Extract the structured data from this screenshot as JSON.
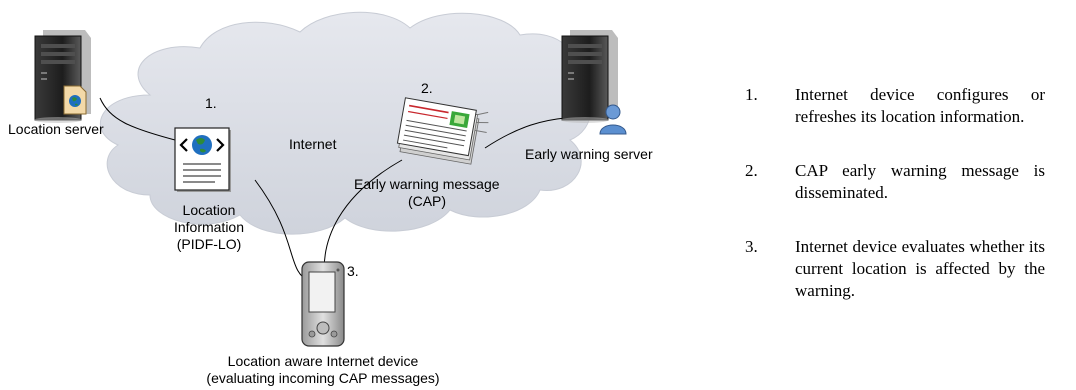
{
  "labels": {
    "location_server": "Location server",
    "internet": "Internet",
    "early_warning_server": "Early warning server",
    "early_warning_message": [
      "Early warning message",
      "(CAP)"
    ],
    "location_information": [
      "Location",
      "Information",
      "(PIDF-LO)"
    ],
    "device": [
      "Location aware Internet device",
      "(evaluating incoming CAP messages)"
    ]
  },
  "markers": {
    "one": "1.",
    "two": "2.",
    "three": "3."
  },
  "steps": [
    {
      "num": "1.",
      "text": "Internet device configures or refreshes its location information."
    },
    {
      "num": "2.",
      "text": "CAP early warning message is disseminated."
    },
    {
      "num": "3.",
      "text": "Internet device evaluates whether its current location is affected by the warning."
    }
  ],
  "colors": {
    "cloud": "#dcdfe6",
    "server_dark": "#2a2a2a",
    "globe": "#1f6fbf",
    "land": "#2e8b3a",
    "person": "#5b8fd0"
  },
  "icons": [
    "server-icon",
    "server-icon",
    "document-globe-icon",
    "newspaper-icon",
    "pda-icon",
    "user-icon"
  ]
}
